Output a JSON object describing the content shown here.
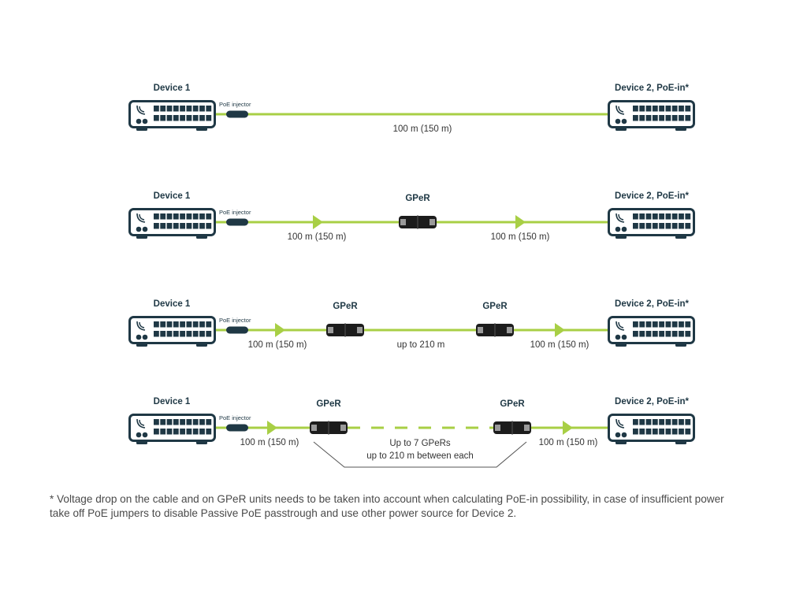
{
  "colors": {
    "cable": "#a8cf45",
    "device": "#1f3845",
    "gper_body": "#1c1c1c",
    "gper_end": "#9a9a9a",
    "bracket": "#555555",
    "text": "#333333"
  },
  "labels": {
    "device1": "Device 1",
    "device2": "Device 2, PoE-in*",
    "injector": "PoE injector",
    "gper": "GPeR"
  },
  "rows": [
    {
      "name": "direct",
      "gper_count": 0,
      "segments": [
        {
          "label": "100 m (150 m)",
          "arrow": false,
          "style": "solid"
        }
      ]
    },
    {
      "name": "one-gper",
      "gper_count": 1,
      "segments": [
        {
          "label": "100 m (150 m)",
          "arrow": true,
          "style": "solid"
        },
        {
          "label": "100 m (150 m)",
          "arrow": true,
          "style": "solid"
        }
      ]
    },
    {
      "name": "two-gper",
      "gper_count": 2,
      "segments": [
        {
          "label": "100 m (150 m)",
          "arrow": true,
          "style": "solid"
        },
        {
          "label": "up to 210 m",
          "arrow": false,
          "style": "solid"
        },
        {
          "label": "100 m (150 m)",
          "arrow": true,
          "style": "solid"
        }
      ]
    },
    {
      "name": "chain-gper",
      "gper_count": 2,
      "segments": [
        {
          "label": "100 m (150 m)",
          "arrow": true,
          "style": "solid"
        },
        {
          "label": "",
          "arrow": false,
          "style": "dashed"
        },
        {
          "label": "100 m (150 m)",
          "arrow": true,
          "style": "solid"
        }
      ],
      "bracket_lines": [
        "Up to 7 GPeRs",
        "up to 210 m between each"
      ]
    }
  ],
  "footnote": {
    "line1": "* Voltage drop on the cable and on GPeR units needs to be taken into account when calculating PoE-in possibility, in case of insufficient power",
    "line2": "take off PoE jumpers to disable Passive PoE passtrough and use other power source for Device 2."
  }
}
